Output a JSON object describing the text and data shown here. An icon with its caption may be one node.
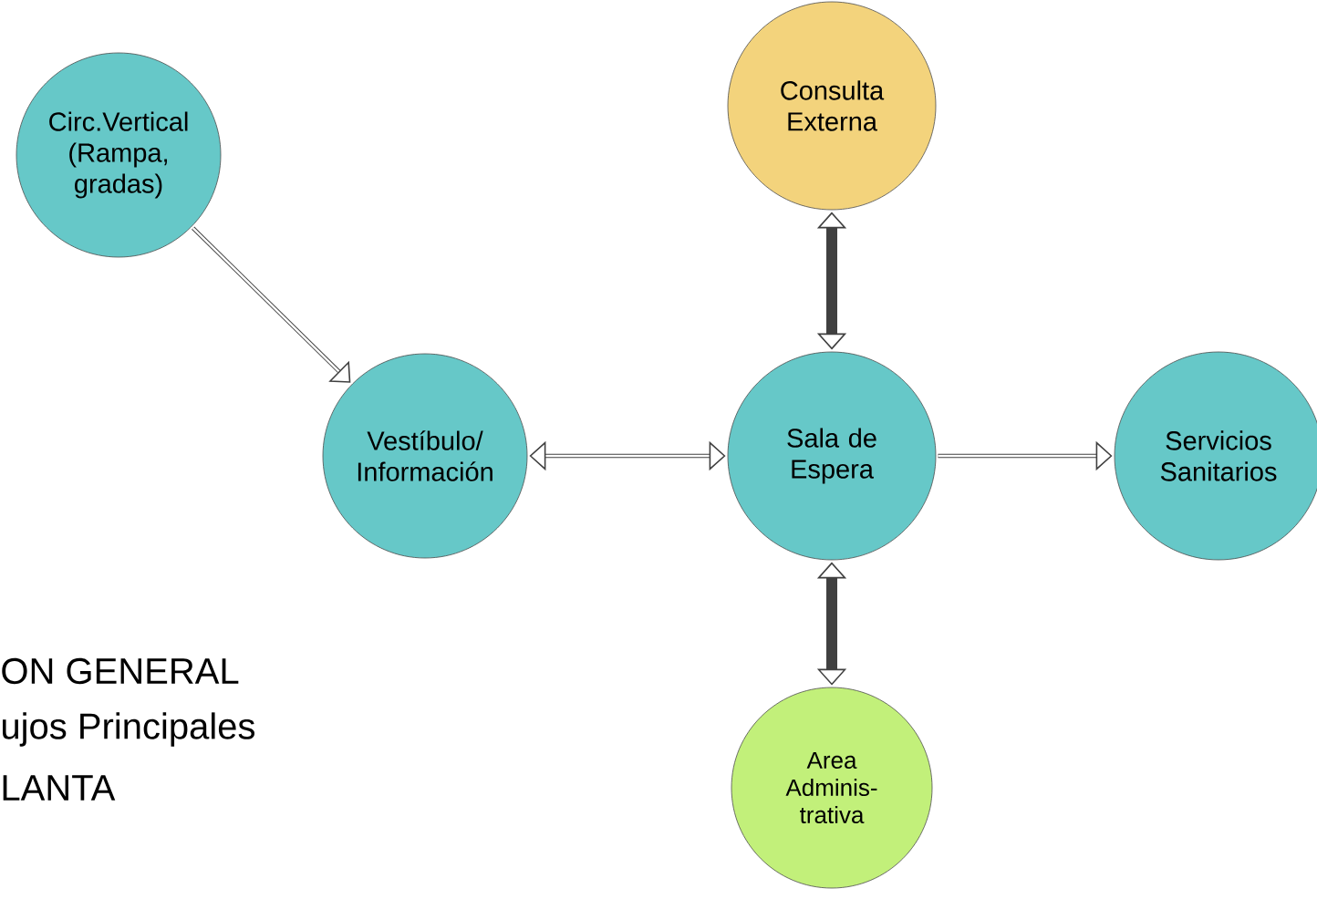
{
  "diagram": {
    "nodes": [
      {
        "text": [
          "Circ.Vertical (Rampa, gradas)"
        ]
      },
      {
        "text": [
          "Vestíbulo/ Información"
        ]
      },
      {
        "text": [
          "Sala de Espera"
        ]
      },
      {
        "text": [
          "Consulta Externa"
        ]
      },
      {
        "text": [
          "Servicios Sanitarios"
        ]
      },
      {
        "text": [
          "Area Adminis- trativa"
        ]
      }
    ],
    "edges": [
      {
        "from": 0,
        "to": 1,
        "arrow": "to"
      },
      {
        "from": 1,
        "to": 2,
        "arrow": "both"
      },
      {
        "from": 2,
        "to": 4,
        "arrow": "to"
      },
      {
        "from": 2,
        "to": 3,
        "arrow": "both",
        "style": "thick"
      },
      {
        "from": 2,
        "to": 5,
        "arrow": "both",
        "style": "thick"
      }
    ],
    "labels": [
      "ON GENERAL",
      "ujos Principales",
      "LANTA"
    ]
  }
}
